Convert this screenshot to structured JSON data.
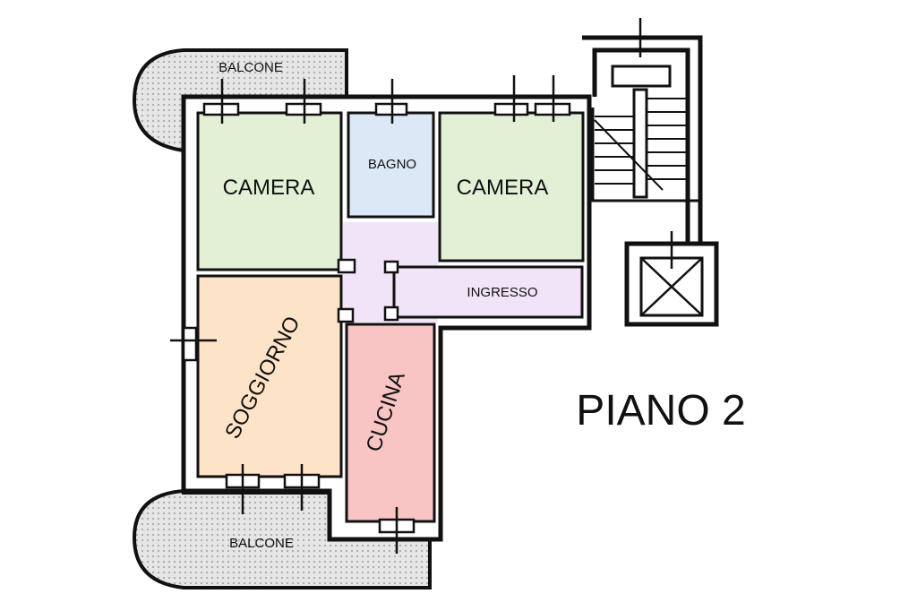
{
  "colors": {
    "camera": "#e2f0d6",
    "bagno": "#dce8f6",
    "disimpegno": "#f2e4f8",
    "soggiorno": "#fde4c8",
    "cucina": "#f8c4c4",
    "balcone": "#d6d6d6",
    "wall": "#111111"
  },
  "labels": {
    "balcone_top": "BALCONE",
    "camera_left": "CAMERA",
    "bagno": "BAGNO",
    "camera_right": "CAMERA",
    "ingresso": "INGRESSO",
    "soggiorno": "SOGGIORNO",
    "cucina": "CUCINA",
    "balcone_bottom": "BALCONE",
    "floor_title": "PIANO 2"
  }
}
